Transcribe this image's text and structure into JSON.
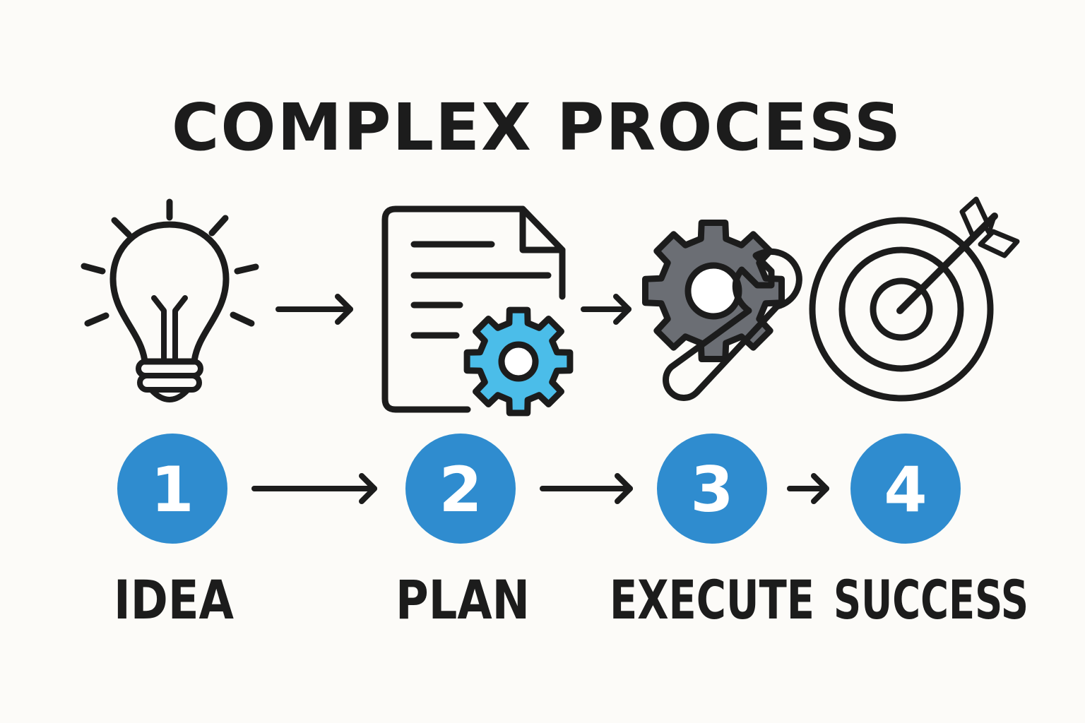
{
  "title": "COMPLEX PROCESS",
  "colors": {
    "outline": "#1c1c1c",
    "bulb": "#fcdb72",
    "step_circle": "#2f8ccf",
    "plan_gear": "#4bbde9",
    "gear_gray": "#6b6e74",
    "wrench_gray": "#8b8e94",
    "target_green": "#5bd7b2",
    "arrow_gray": "#75787e"
  },
  "steps": [
    {
      "number": "1",
      "label": "IDEA",
      "icon": "lightbulb-icon"
    },
    {
      "number": "2",
      "label": "PLAN",
      "icon": "document-gear-icon"
    },
    {
      "number": "3",
      "label": "EXECUTE",
      "icon": "gear-wrench-icon"
    },
    {
      "number": "4",
      "label": "SUCCESS",
      "icon": "target-icon"
    }
  ]
}
